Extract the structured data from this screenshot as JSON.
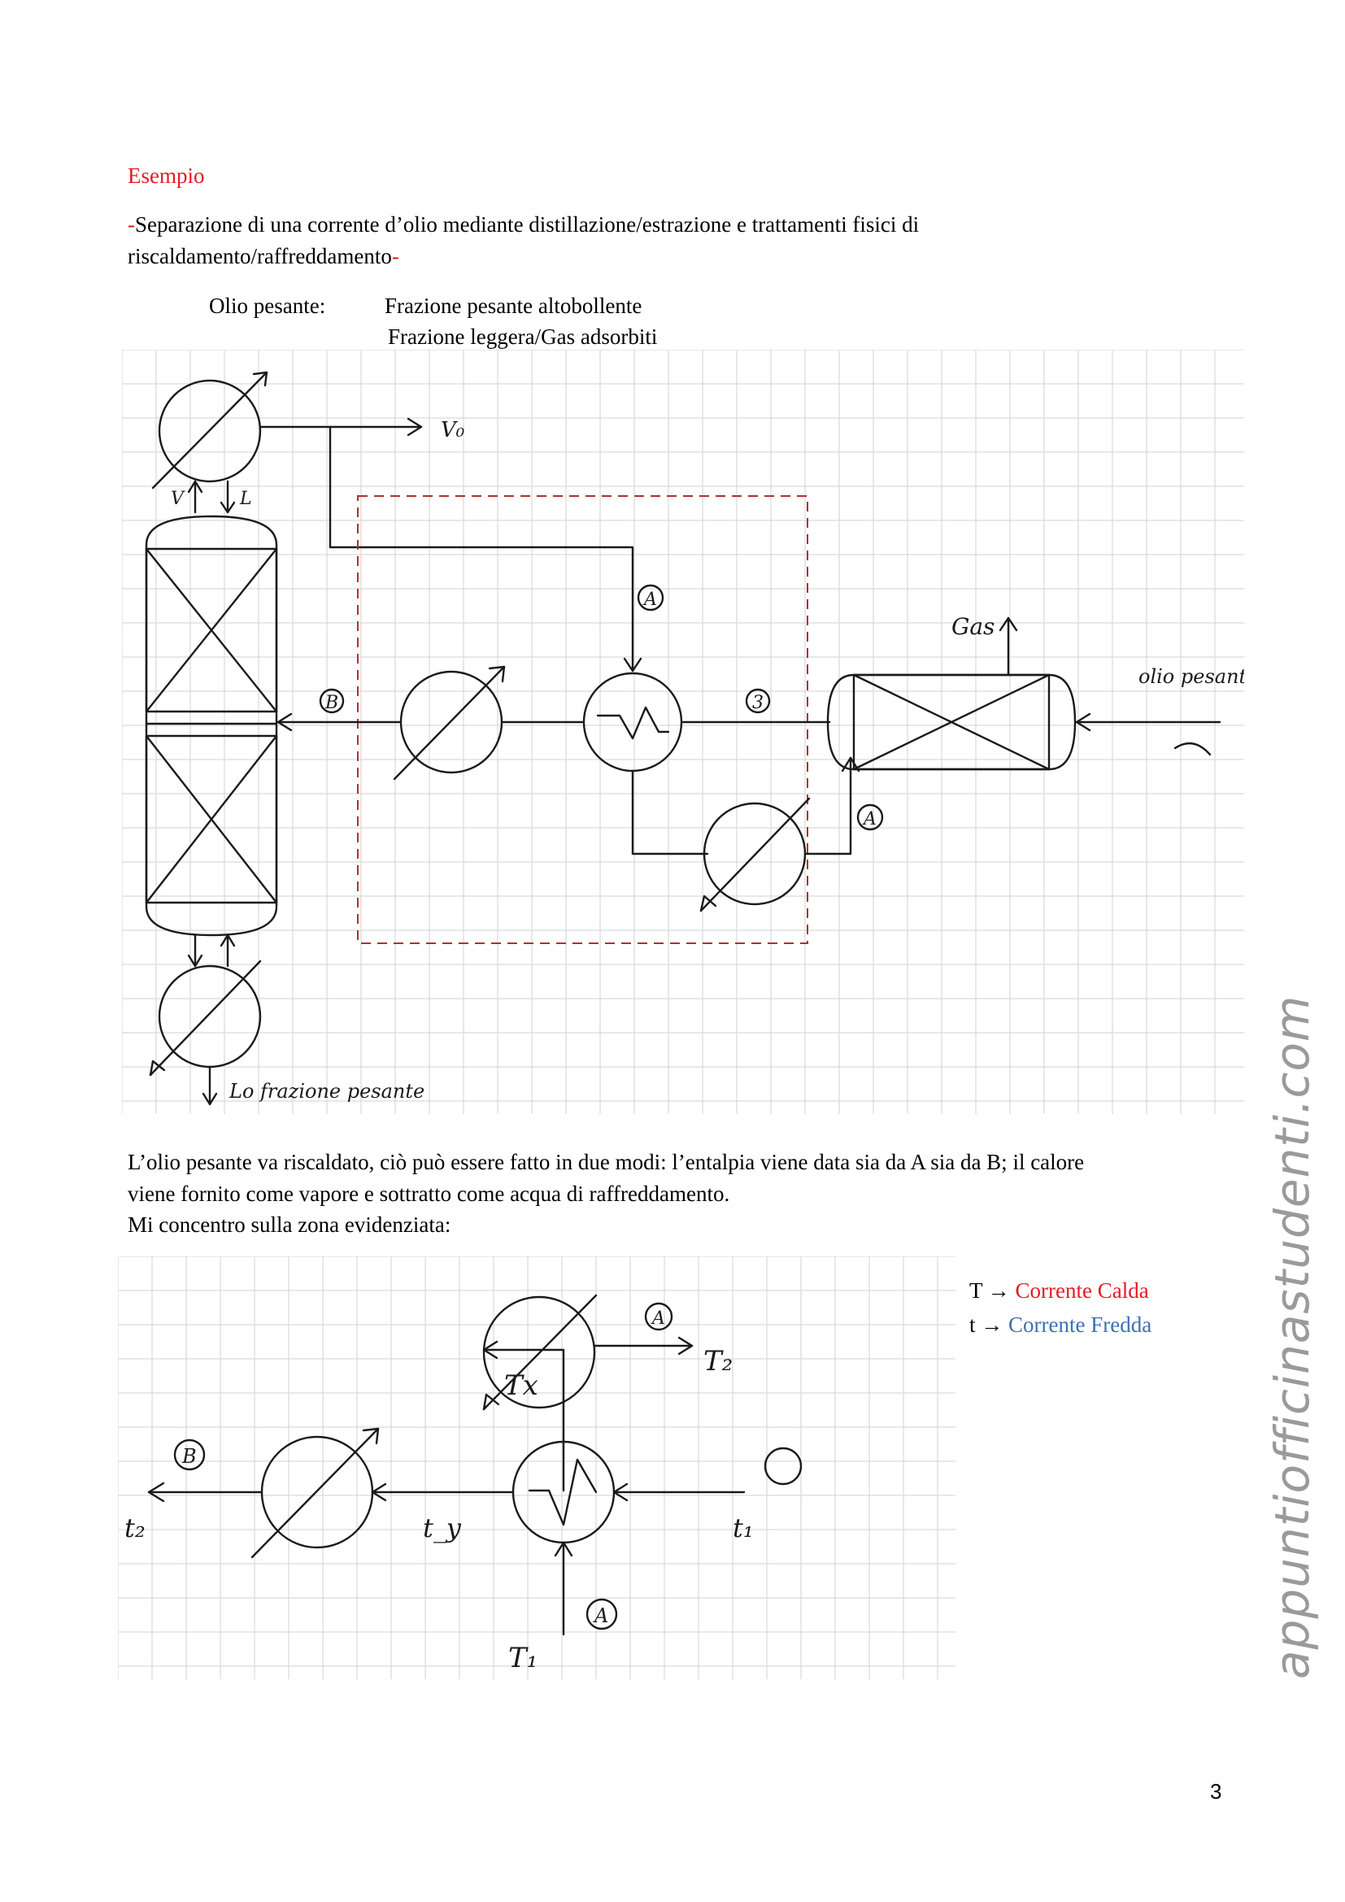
{
  "heading": "Esempio",
  "intro": {
    "dash_open": "-",
    "line1": "Separazione di una corrente d’olio mediante distillazione/estrazione e trattamenti fisici di",
    "line2": "riscaldamento/raffreddamento",
    "dash_close": "-"
  },
  "olio": {
    "label": "Olio pesante:",
    "fraction1": "Frazione pesante altobollente",
    "fraction2": "Frazione leggera/Gas adsorbiti"
  },
  "diagram1": {
    "labels": {
      "v0": "V₀",
      "v": "V",
      "l": "L",
      "a_top": "A",
      "b": "B",
      "three": "3",
      "a_bottom": "A",
      "gas": "Gas",
      "olio_pesante": "olio pesante",
      "frazione_pesante": "Lo frazione pesante"
    }
  },
  "paragraph": {
    "line1": "L’olio pesante va riscaldato, ciò può essere fatto in due modi: l’entalpia viene data sia da A sia da B; il calore",
    "line2": "viene fornito come vapore e sottratto come acqua di raffreddamento.",
    "line3": "Mi concentro sulla zona evidenziata:"
  },
  "legend": {
    "hot_symbol": "T →",
    "hot_label": "Corrente Calda",
    "cold_symbol": "t  →",
    "cold_label": "Corrente Fredda"
  },
  "diagram2": {
    "labels": {
      "a_top": "A",
      "t2": "T₂",
      "tx": "Tx",
      "b": "B",
      "t_2": "t₂",
      "t_y": "t_y",
      "t_1": "t₁",
      "a_bottom": "A",
      "t1": "T₁"
    }
  },
  "watermark": "appuntiofficinastudenti.com",
  "page_number": "3",
  "colors": {
    "red": "#e31b23",
    "blue": "#3d6fb6",
    "watermark": "#9a9a9a"
  }
}
